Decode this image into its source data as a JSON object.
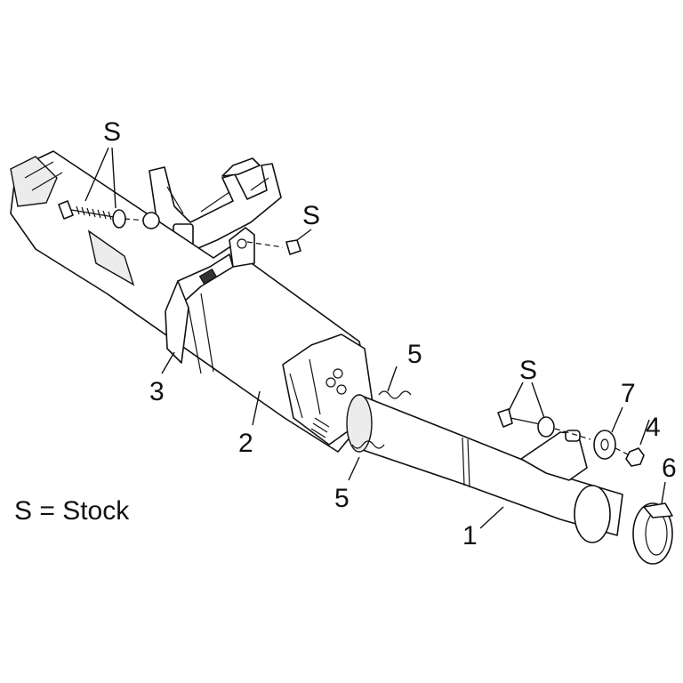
{
  "callouts": [
    {
      "id": "s1",
      "text": "S"
    },
    {
      "id": "s2",
      "text": "S"
    },
    {
      "id": "s3",
      "text": "S"
    },
    {
      "id": "c1",
      "text": "1"
    },
    {
      "id": "c2",
      "text": "2"
    },
    {
      "id": "c3",
      "text": "3"
    },
    {
      "id": "c4",
      "text": "4"
    },
    {
      "id": "c5a",
      "text": "5"
    },
    {
      "id": "c5b",
      "text": "5"
    },
    {
      "id": "c6",
      "text": "6"
    },
    {
      "id": "c7",
      "text": "7"
    }
  ],
  "legend": "S = Stock"
}
